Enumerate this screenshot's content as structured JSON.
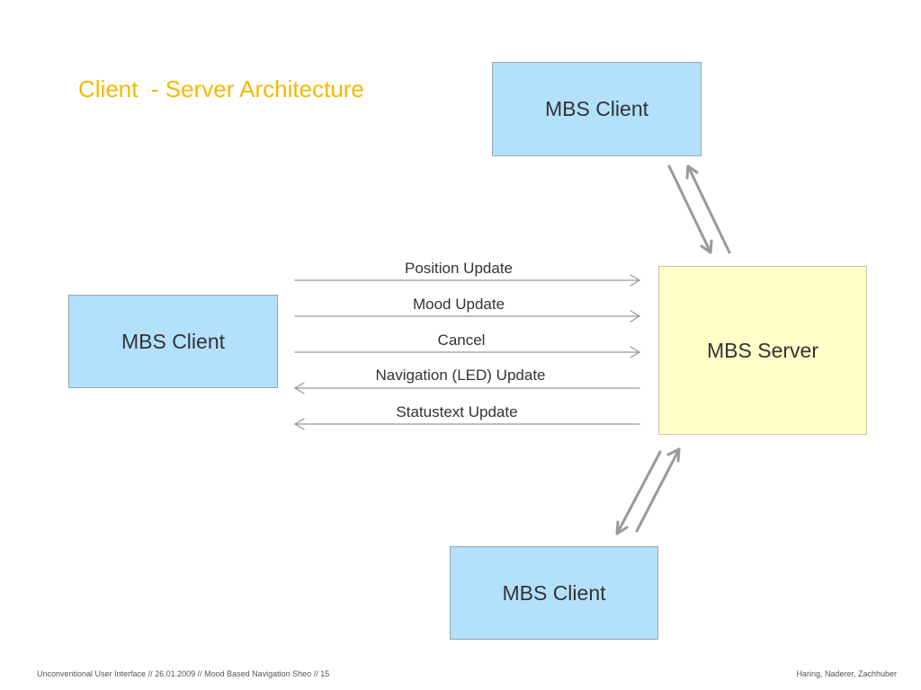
{
  "title": "Client  - Server Architecture",
  "nodes": {
    "client_top": "MBS Client",
    "client_left": "MBS Client",
    "client_bottom": "MBS Client",
    "server": "MBS Server"
  },
  "messages": [
    {
      "label": "Position Update",
      "direction": "client-to-server"
    },
    {
      "label": "Mood Update",
      "direction": "client-to-server"
    },
    {
      "label": "Cancel",
      "direction": "client-to-server"
    },
    {
      "label": "Navigation (LED) Update",
      "direction": "server-to-client"
    },
    {
      "label": "Statustext Update",
      "direction": "server-to-client"
    }
  ],
  "footer": {
    "left": "Unconventional User Interface // 26.01.2009 // Mood Based Navigation Sheo // 15",
    "right": "Haring, Naderer, Zachhuber"
  },
  "colors": {
    "title": "#f5b800",
    "client_fill": "#b3e0fc",
    "server_fill": "#ffffc8",
    "arrow": "#999999"
  }
}
